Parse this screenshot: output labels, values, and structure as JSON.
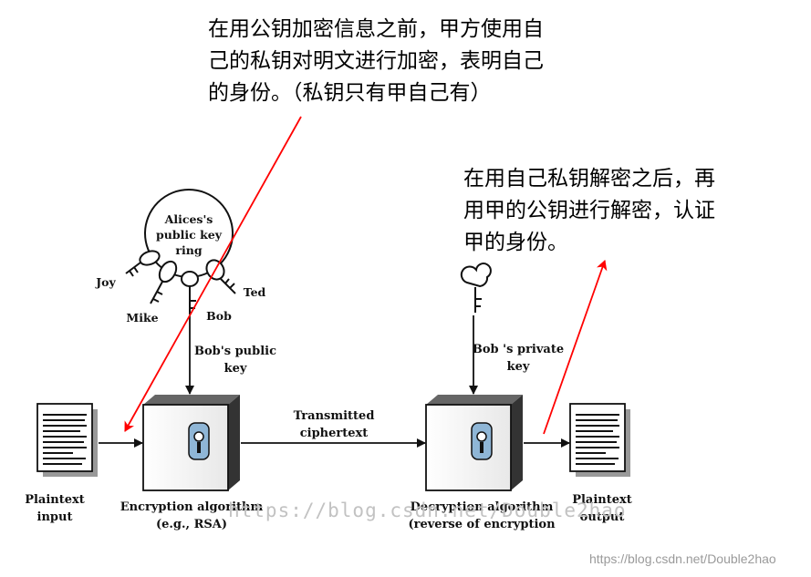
{
  "annotations": {
    "top_note": "在用公钥加密信息之前，甲方使用自\n己的私钥对明文进行加密，表明自己\n的身份。（私钥只有甲自己有）",
    "right_note": "在用自己私钥解密之后，再\n用甲的公钥进行解密，认证\n甲的身份。"
  },
  "diagram": {
    "key_ring": "Alices's\npublic key\nring",
    "people": {
      "joy": "Joy",
      "mike": "Mike",
      "bob": "Bob",
      "ted": "Ted"
    },
    "public_key_label": "Bob's public\nkey",
    "private_key_label": "Bob 's private\nkey",
    "transmitted_label": "Transmitted\nciphertext",
    "plaintext_input": "Plaintext\ninput",
    "plaintext_output": "Plaintext\noutput",
    "encryption_label": "Encryption algorithm\n(e.g., RSA)",
    "decryption_label": "Decryption algorithm\n(reverse of encryption"
  },
  "watermarks": {
    "center": "https://blog.csdn.net/Double2hao",
    "corner": "https://blog.csdn.net/Double2hao"
  },
  "colors": {
    "annotation_arrow": "#ff0000",
    "diagram_ink": "#111111",
    "keyhole_fill": "#8fb6d6"
  }
}
